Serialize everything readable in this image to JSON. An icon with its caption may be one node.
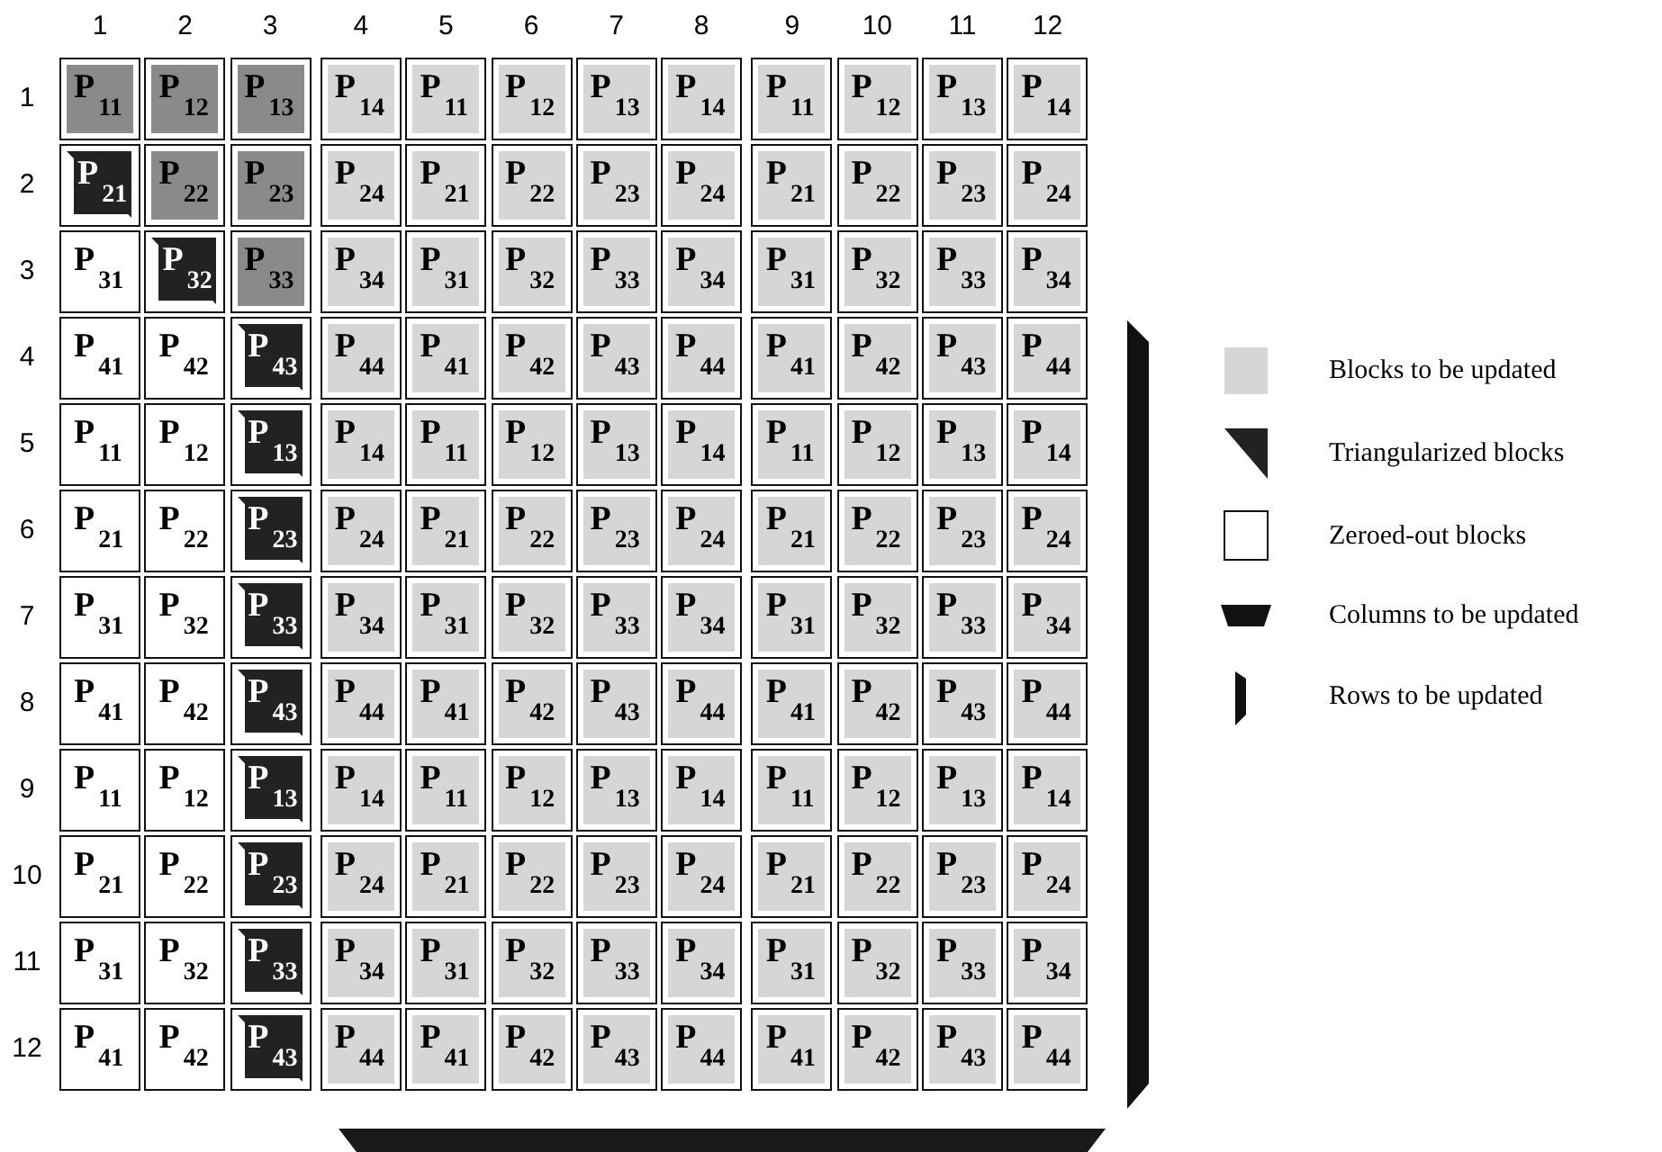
{
  "diagram": {
    "labels": [
      "1",
      "2",
      "3",
      "4",
      "5",
      "6",
      "7",
      "8",
      "9",
      "10",
      "11",
      "12",
      "1",
      "P$_{11}$",
      "P$_{12}$",
      "P$_{13}$",
      "P$_{14}$",
      "P$_{11}$",
      "P$_{12}$",
      "P$_{13}$",
      "P$_{14}$",
      "P$_{11}$",
      "P$_{12}$",
      "P$_{13}$",
      "P$_{14}$",
      "2",
      "P$_{21}$",
      "P$_{22}$",
      "P$_{23}$",
      "P$_{24}$",
      "P$_{21}$",
      "P$_{22}$",
      "P$_{23}$",
      "P$_{24}$",
      "P$_{21}$",
      "P$_{22}$",
      "P$_{23}$",
      "P$_{24}$",
      "3",
      "P$_{31}$",
      "P$_{32}$",
      "P$_{33}$",
      "P$_{34}$",
      "P$_{31}$",
      "P$_{32}$",
      "P$_{33}$",
      "P$_{34}$",
      "P$_{31}$",
      "P$_{32}$",
      "P$_{33}$",
      "P$_{34}$",
      "4",
      "P$_{41}$",
      "P$_{42}$",
      "P$_{43}$",
      "P$_{44}$",
      "P$_{41}$",
      "P$_{42}$",
      "P$_{43}$",
      "P$_{44}$",
      "P$_{41}$",
      "P$_{42}$",
      "P$_{43}$",
      "P$_{44}$",
      "5",
      "P$_{11}$",
      "P$_{12}$",
      "P$_{13}$",
      "P$_{14}$",
      "P$_{11}$",
      "P$_{12}$",
      "P$_{13}$",
      "P$_{14}$",
      "P$_{11}$",
      "P$_{12}$",
      "P$_{13}$",
      "P$_{14}$",
      "6",
      "P$_{21}$",
      "P$_{22}$",
      "P$_{23}$",
      "P$_{24}$",
      "P$_{21}$",
      "P$_{22}$",
      "P$_{23}$",
      "P$_{24}$",
      "P$_{21}$",
      "P$_{22}$",
      "P$_{23}$",
      "P$_{24}$",
      "7",
      "P$_{31}$",
      "P$_{32}$",
      "P$_{33}$",
      "P$_{34}$",
      "P$_{31}$",
      "P$_{32}$",
      "P$_{33}$",
      "P$_{34}$",
      "P$_{31}$",
      "P$_{32}$",
      "P$_{33}$",
      "P$_{34}$",
      "8",
      "P$_{41}$",
      "P$_{42}$",
      "P$_{43}$",
      "P$_{44}$",
      "P$_{41}$",
      "P$_{42}$",
      "P$_{43}$",
      "P$_{44}$",
      "P$_{41}$",
      "P$_{42}$",
      "P$_{43}$",
      "P$_{44}$",
      "9",
      "P$_{11}$",
      "P$_{12}$",
      "P$_{13}$",
      "P$_{14}$",
      "P$_{11}$",
      "P$_{12}$",
      "P$_{13}$",
      "P$_{14}$",
      "P$_{11}$",
      "P$_{12}$",
      "P$_{13}$",
      "P$_{14}$",
      "10",
      "P$_{21}$",
      "P$_{22}$",
      "P$_{23}$",
      "P$_{24}$",
      "P$_{21}$",
      "P$_{22}$",
      "P$_{23}$",
      "P$_{24}$",
      "P$_{21}$",
      "P$_{22}$",
      "P$_{23}$",
      "P$_{24}$",
      "11",
      "P$_{31}$",
      "P$_{32}$",
      "P$_{33}$",
      "P$_{34}$",
      "P$_{31}$",
      "P$_{32}$",
      "P$_{33}$",
      "P$_{34}$",
      "P$_{31}$",
      "P$_{32}$",
      "P$_{33}$",
      "P$_{34}$",
      "12",
      "P$_{41}$",
      "P$_{42}$",
      "P$_{43}$",
      "P$_{44}$",
      "P$_{41}$",
      "P$_{42}$",
      "P$_{43}$",
      "P$_{44}$",
      "P$_{41}$",
      "P$_{42}$",
      "P$_{43}$",
      "P$_{44}$"
    ],
    "legend": [
      {
        "text": "Blocks to be updated",
        "color": "#d6d6d6"
      },
      {
        "text": "Triangularized blocks"
      },
      {
        "text": "Zeroed-out blocks"
      },
      {
        "text": "Columns to be updated"
      },
      {
        "text": "Rows to be updated"
      }
    ]
  }
}
